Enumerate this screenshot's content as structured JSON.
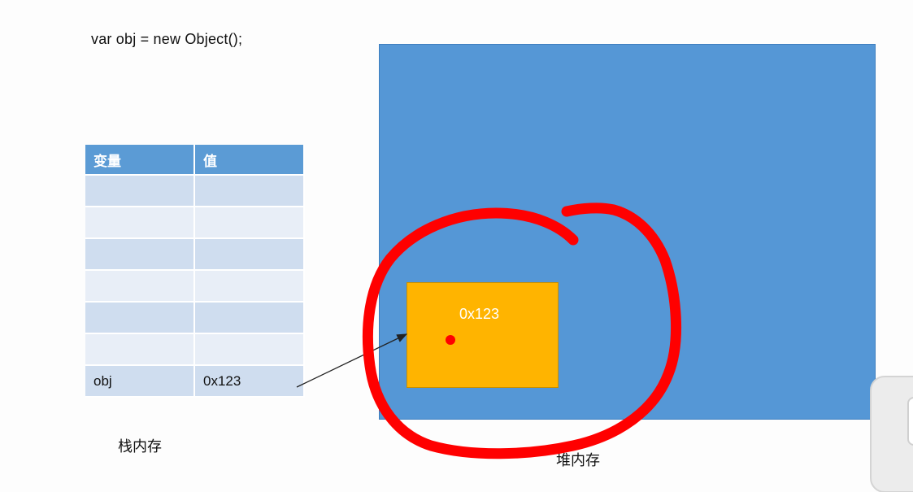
{
  "code": "var obj = new Object();",
  "stack_table": {
    "headers": [
      "变量",
      "值"
    ],
    "rows": [
      [
        "",
        ""
      ],
      [
        "",
        ""
      ],
      [
        "",
        ""
      ],
      [
        "",
        ""
      ],
      [
        "",
        ""
      ],
      [
        "",
        ""
      ],
      [
        "obj",
        "0x123"
      ]
    ]
  },
  "labels": {
    "stack": "栈内存",
    "heap": "堆内存"
  },
  "heap_object": {
    "address": "0x123"
  },
  "colors": {
    "header_blue": "#5b9bd5",
    "heap_blue": "#5597d6",
    "object_orange": "#ffb400",
    "annotation_red": "#ff0000"
  }
}
